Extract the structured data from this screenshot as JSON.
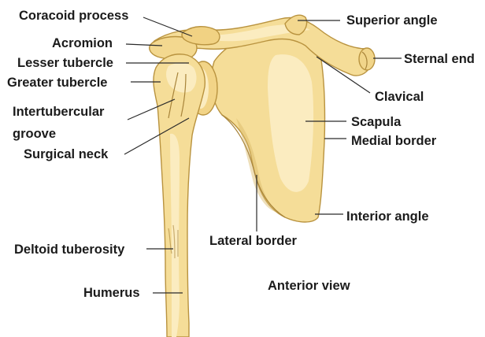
{
  "colors": {
    "bone_fill": "#f5dd98",
    "bone_light": "#fbecc0",
    "bone_shadow": "#d9b866",
    "outline": "#b9933f",
    "text": "#1b1b1b",
    "background": "#ffffff"
  },
  "labels": {
    "coracoid_process": "Coracoid process",
    "acromion": "Acromion",
    "lesser_tubercle": "Lesser tubercle",
    "greater_tubercle": "Greater tubercle",
    "intertubercular_groove_line1": "Intertubercular",
    "intertubercular_groove_line2": "groove",
    "surgical_neck": "Surgical neck",
    "deltoid_tuberosity": "Deltoid tuberosity",
    "humerus": "Humerus",
    "superior_angle": "Superior angle",
    "sternal_end": "Sternal end",
    "clavical": "Clavical",
    "scapula": "Scapula",
    "medial_border": "Medial border",
    "interior_angle": "Interior angle",
    "lateral_border": "Lateral border",
    "anterior_view": "Anterior view"
  }
}
